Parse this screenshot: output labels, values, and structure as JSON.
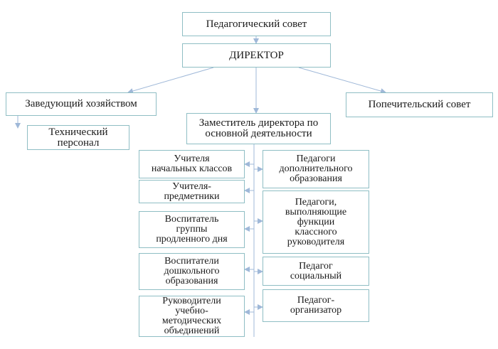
{
  "nodes": {
    "ped_council": "Педагогический совет",
    "director": "ДИРЕКТОР",
    "head_housekeeping": "Заведующий хозяйством",
    "tech_staff": "Технический\nперсонал",
    "trustees": "Попечительский совет",
    "deputy": "Заместитель директора по\nосновной деятельности",
    "primary_teachers": "Учителя\nначальных классов",
    "subject_teachers": "Учителя-\nпредметники",
    "after_school": "Воспитатель\nгруппы\nпродленного дня",
    "preschool": "Воспитатели\nдошкольного\nобразования",
    "method_heads": "Руководители\nучебно-\nметодических\nобъединений",
    "extra_ed": "Педагоги\nдополнительного\nобразования",
    "class_tutors": "Педагоги,\nвыполняющие\nфункции\nклассного\nруководителя",
    "social_ped": "Педагог\nсоциальный",
    "organizer": "Педагог-\nорганизатор"
  },
  "colors": {
    "border": "#8fbec4",
    "connector": "#9fb8d8"
  }
}
